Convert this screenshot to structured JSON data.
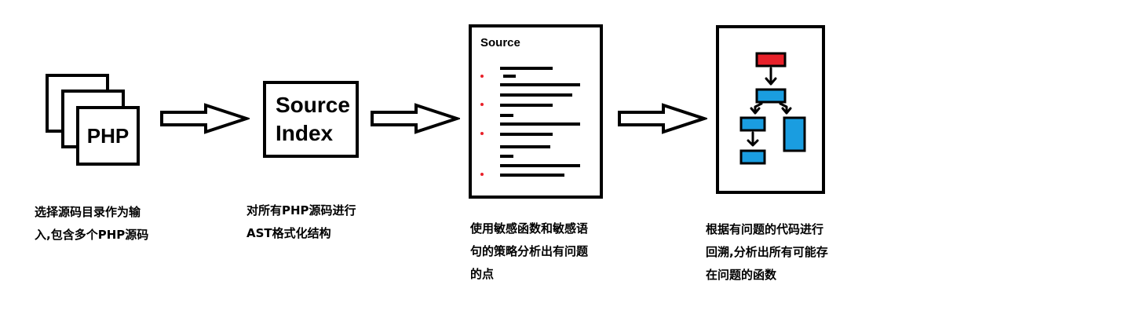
{
  "steps": [
    {
      "icon_text": "PHP",
      "caption": [
        "选择源码目录作为输",
        "入,包含多个PHP源码"
      ]
    },
    {
      "icon_text_lines": [
        "Source",
        "Index"
      ],
      "caption": [
        "对所有PHP源码进行",
        "AST格式化结构"
      ]
    },
    {
      "icon_title": "Source",
      "caption": [
        "使用敏感函数和敏感语",
        "句的策略分析出有问题",
        "的点"
      ]
    },
    {
      "caption": [
        "根据有问题的代码进行",
        "回溯,分析出所有可能存",
        "在问题的函数"
      ]
    }
  ],
  "colors": {
    "highlight": "#e8212a",
    "node": "#1a9de0",
    "stroke": "#000000"
  },
  "icons": [
    "php-files-icon",
    "arrow-right-icon",
    "source-index-icon",
    "source-document-icon",
    "call-graph-icon"
  ]
}
